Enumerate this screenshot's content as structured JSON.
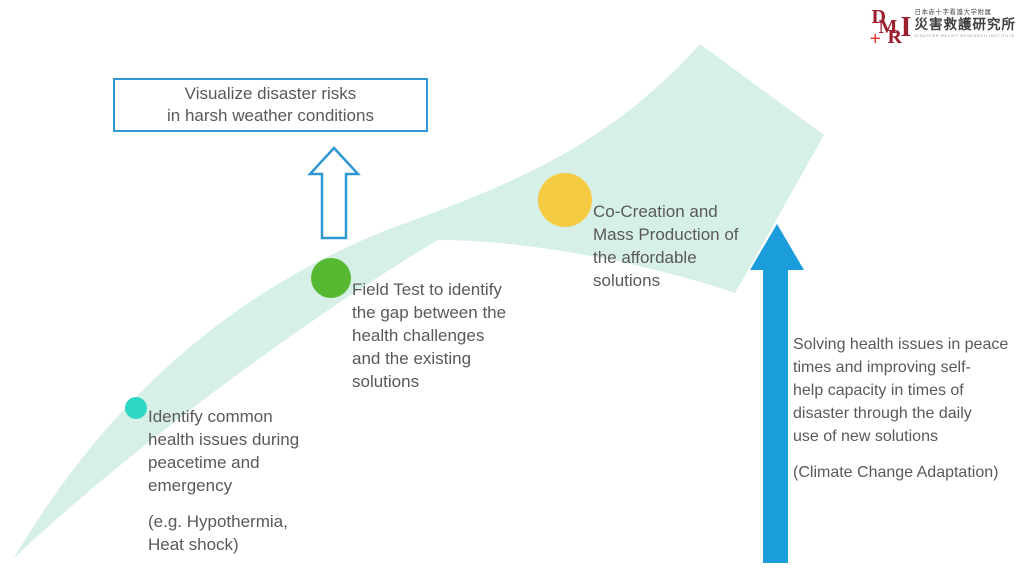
{
  "colors": {
    "swoosh": "#d7f0e7",
    "blue_arrow": "#1b9ddb",
    "outline_blue": "#2e97d4",
    "text_gray": "#595959",
    "dot_teal": "#2dd8c3",
    "dot_green": "#56b931",
    "dot_yellow": "#f6cb44",
    "logo_red": "#9c1f2e",
    "logo_cross_red": "#e8332a",
    "background": "#ffffff"
  },
  "logo": {
    "letter_d": "D",
    "letter_m": "M",
    "letter_r": "R",
    "letter_i": "I",
    "cross": "+",
    "jp_small": "日本赤十字看護大学附属",
    "jp_large": "災害救護研究所",
    "en_small": "DISASTER RELIEF RESEARCH INSTITUTE"
  },
  "callout_box": {
    "line1": "Visualize disaster risks",
    "line2": "in harsh weather conditions"
  },
  "stages": [
    {
      "dot_color": "#2dd8c3",
      "lines": {
        "l1": "Identify common",
        "l2": "health issues during",
        "l3": "peacetime and",
        "l4": "emergency"
      },
      "note": {
        "l1": "(e.g. Hypothermia,",
        "l2": "Heat shock)"
      }
    },
    {
      "dot_color": "#56b931",
      "lines": {
        "l1": "Field Test to identify",
        "l2": "the gap between the",
        "l3": "health challenges",
        "l4": "and the existing",
        "l5": "solutions"
      }
    },
    {
      "dot_color": "#f6cb44",
      "lines": {
        "l1": "Co-Creation and",
        "l2": "Mass Production of",
        "l3": "the affordable",
        "l4": "solutions"
      }
    }
  ],
  "right_note": {
    "l1": "Solving health issues in peace",
    "l2": "times and improving self-",
    "l3": "help capacity in times of",
    "l4": "disaster through the daily",
    "l5": "use of new solutions",
    "sub": "(Climate Change Adaptation)"
  }
}
